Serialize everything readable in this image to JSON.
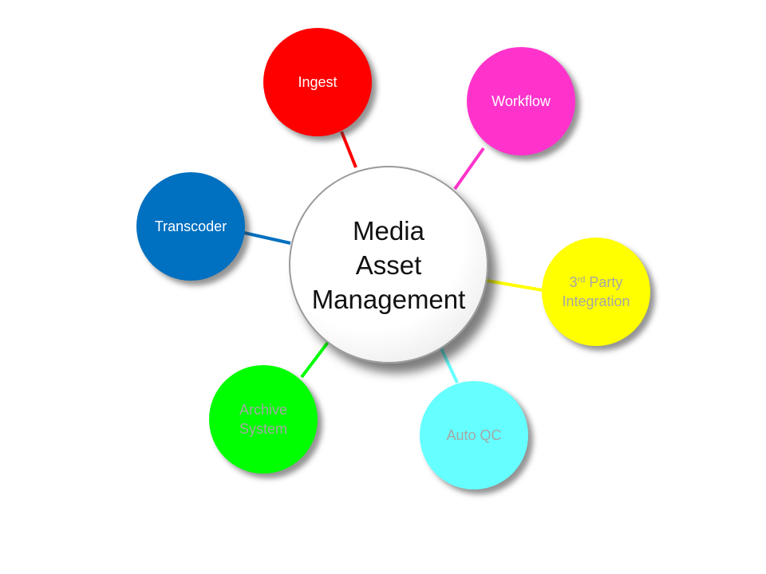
{
  "hub": {
    "lines": [
      "Media",
      "Asset",
      "Management"
    ],
    "fill": "#ffffff",
    "text_color": "#111111"
  },
  "nodes": {
    "ingest": {
      "label": "Ingest",
      "color": "#ff0000",
      "text_color": "#ffffff"
    },
    "workflow": {
      "label": "Workflow",
      "color": "#ff33cc",
      "text_color": "#ffffff"
    },
    "transcoder": {
      "label": "Transcoder",
      "color": "#0070c0",
      "text_color": "#ffffff"
    },
    "third_party": {
      "ordinal": "3",
      "ordinal_suffix": "rd",
      "label_rest": "Party",
      "label_line2": "Integration",
      "color": "#ffff00",
      "text_color": "#a6a6a6"
    },
    "archive": {
      "label_line1": "Archive",
      "label_line2": "System",
      "color": "#00ff00",
      "text_color": "#a6a6a6"
    },
    "auto_qc": {
      "label": "Auto QC",
      "color": "#66ffff",
      "text_color": "#a6a6a6"
    }
  }
}
